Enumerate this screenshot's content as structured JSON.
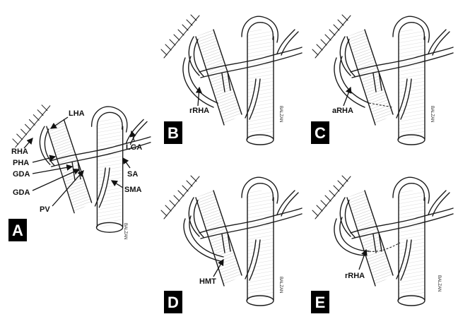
{
  "panels": {
    "A": {
      "letter": "A",
      "labels": {
        "lha": "LHA",
        "rha": "RHA",
        "pha": "PHA",
        "gda1": "GDA",
        "gda2": "GDA",
        "pv": "PV",
        "lga": "LGA",
        "sa": "SA",
        "sma": "SMA"
      },
      "signature": "BALZAN"
    },
    "B": {
      "letter": "B",
      "label": "rRHA",
      "signature": "BALZAN"
    },
    "C": {
      "letter": "C",
      "label": "aRHA",
      "signature": "BALZAN"
    },
    "D": {
      "letter": "D",
      "label": "HMT",
      "signature": "BALZAN"
    },
    "E": {
      "letter": "E",
      "label": "rRHA",
      "signature": "BALZAN"
    }
  },
  "colors": {
    "ink": "#1a1a1a",
    "letter_bg": "#000000",
    "letter_fg": "#ffffff"
  }
}
